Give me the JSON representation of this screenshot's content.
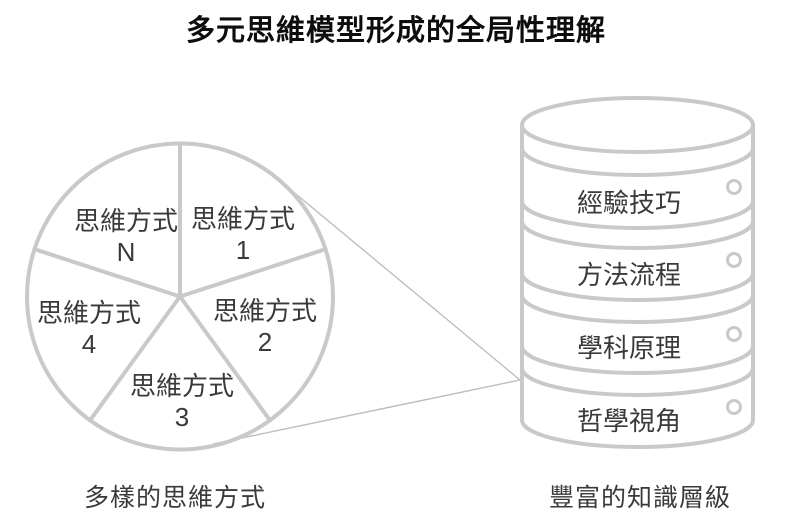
{
  "title": "多元思維模型形成的全局性理解",
  "pie": {
    "caption": "多樣的思維方式",
    "sectors": [
      {
        "label": "思維方式",
        "number": "1"
      },
      {
        "label": "思維方式",
        "number": "2"
      },
      {
        "label": "思維方式",
        "number": "3"
      },
      {
        "label": "思維方式",
        "number": "4"
      },
      {
        "label": "思維方式",
        "number": "N"
      }
    ]
  },
  "cylinder": {
    "caption": "豐富的知識層級",
    "layers": [
      {
        "label": "經驗技巧"
      },
      {
        "label": "方法流程"
      },
      {
        "label": "學科原理"
      },
      {
        "label": "哲學視角"
      }
    ]
  },
  "colors": {
    "outline": "#c9c9c9",
    "callout_line": "#bdbdbd",
    "text": "#3a3a3a",
    "title_text": "#0d0d0d",
    "background": "#ffffff"
  }
}
